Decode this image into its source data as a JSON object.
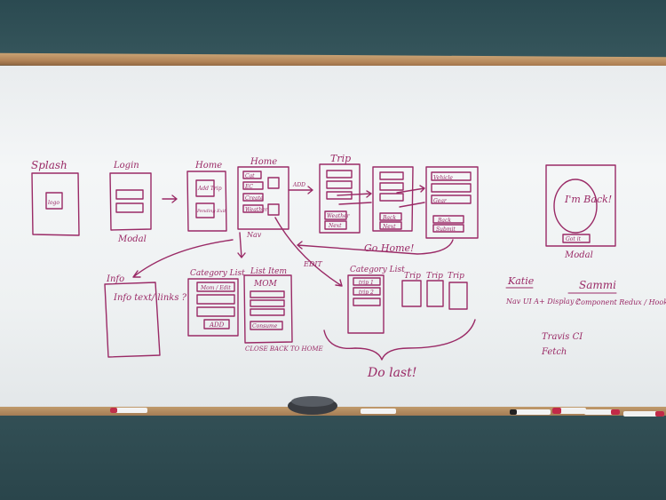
{
  "labels": {
    "splash": "Splash",
    "splash_inner": "logo",
    "login": "Login",
    "login_footer": "Modal",
    "home1": "Home",
    "home1_btn1": "Add Trip",
    "home1_btn2": "Pending Exit",
    "home2": "Home",
    "home2_btn1": "Cat",
    "home2_btn2": "EC",
    "home2_btn3": "Create",
    "home2_btn4": "Weather",
    "home2_footer": "Nav",
    "add_arrow": "ADD",
    "trip": "Trip",
    "trip_btn1": "Weather",
    "trip_btn2": "Next",
    "trip2_btn1": "Back",
    "trip2_btn2": "Next",
    "trip3_row1": "Vehicle",
    "trip3_row2": "Gear",
    "trip3_btn1": "Back",
    "trip3_btn2": "Submit",
    "go_home": "Go Home!",
    "im_back": "I'm Back!",
    "im_back_btn": "Got it",
    "modal_right": "Modal",
    "info": "Info",
    "info_body": "Info text/ links ?",
    "category_list": "Category List",
    "cat_mom": "Mom / Edit",
    "cat_add": "ADD",
    "list_item": "List Item",
    "list_item_mom": "MOM",
    "list_item_footer": "Consume",
    "close_back": "CLOSE BACK TO HOME",
    "edit": "EDIT",
    "category_list2": "Category List",
    "cat2_row1": "trip 1",
    "cat2_row2": "trip 2",
    "trip_a": "Trip",
    "trip_b": "Trip",
    "trip_c": "Trip",
    "do_last": "Do last!",
    "katie": "Katie",
    "katie_notes": "Nav UI A+ Display ?",
    "sammi": "Sammi",
    "sammi_notes": "Component Redux / Hooks? all?",
    "travis": "Travis CI",
    "fetch": "Fetch"
  },
  "colors": {
    "ink": "#9a2a66",
    "board": "#f1f3f4",
    "wall": "#2f4e55",
    "frame": "#b38659"
  }
}
